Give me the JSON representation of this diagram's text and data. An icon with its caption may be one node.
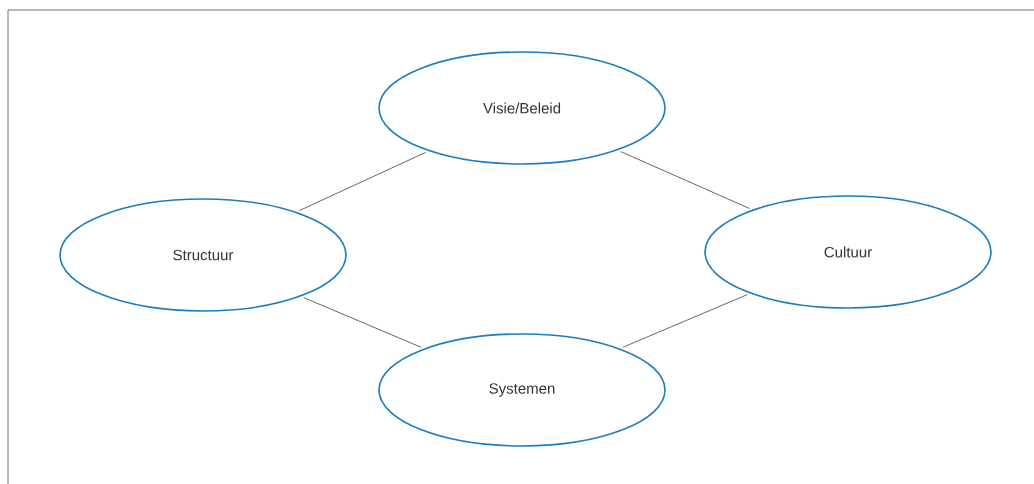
{
  "diagram": {
    "nodes": [
      {
        "text": [
          "Visie/Beleid"
        ]
      },
      {
        "text": [
          "Structuur"
        ]
      },
      {
        "text": [
          "Cultuur"
        ]
      },
      {
        "text": [
          "Systemen"
        ]
      }
    ],
    "edges": [
      {
        "from": 0,
        "to": 1,
        "arrow": "none"
      },
      {
        "from": 0,
        "to": 2,
        "arrow": "none"
      },
      {
        "from": 1,
        "to": 3,
        "arrow": "none"
      },
      {
        "from": 3,
        "to": 2,
        "arrow": "none"
      }
    ]
  }
}
